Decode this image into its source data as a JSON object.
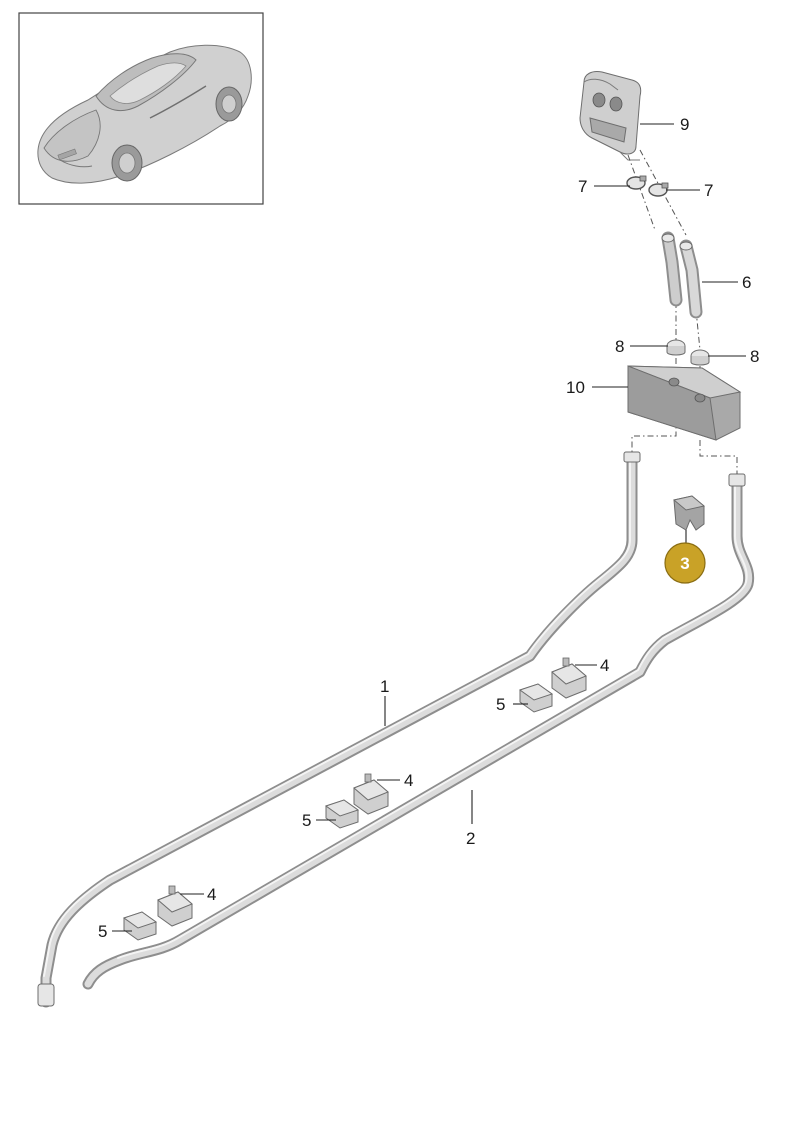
{
  "diagram": {
    "callouts": {
      "c1": "1",
      "c2": "2",
      "c3": "3",
      "c4a": "4",
      "c4b": "4",
      "c4c": "4",
      "c5a": "5",
      "c5b": "5",
      "c5c": "5",
      "c6": "6",
      "c7a": "7",
      "c7b": "7",
      "c8a": "8",
      "c8b": "8",
      "c9": "9",
      "c10": "10"
    },
    "highlight_color": "#c9a227"
  }
}
